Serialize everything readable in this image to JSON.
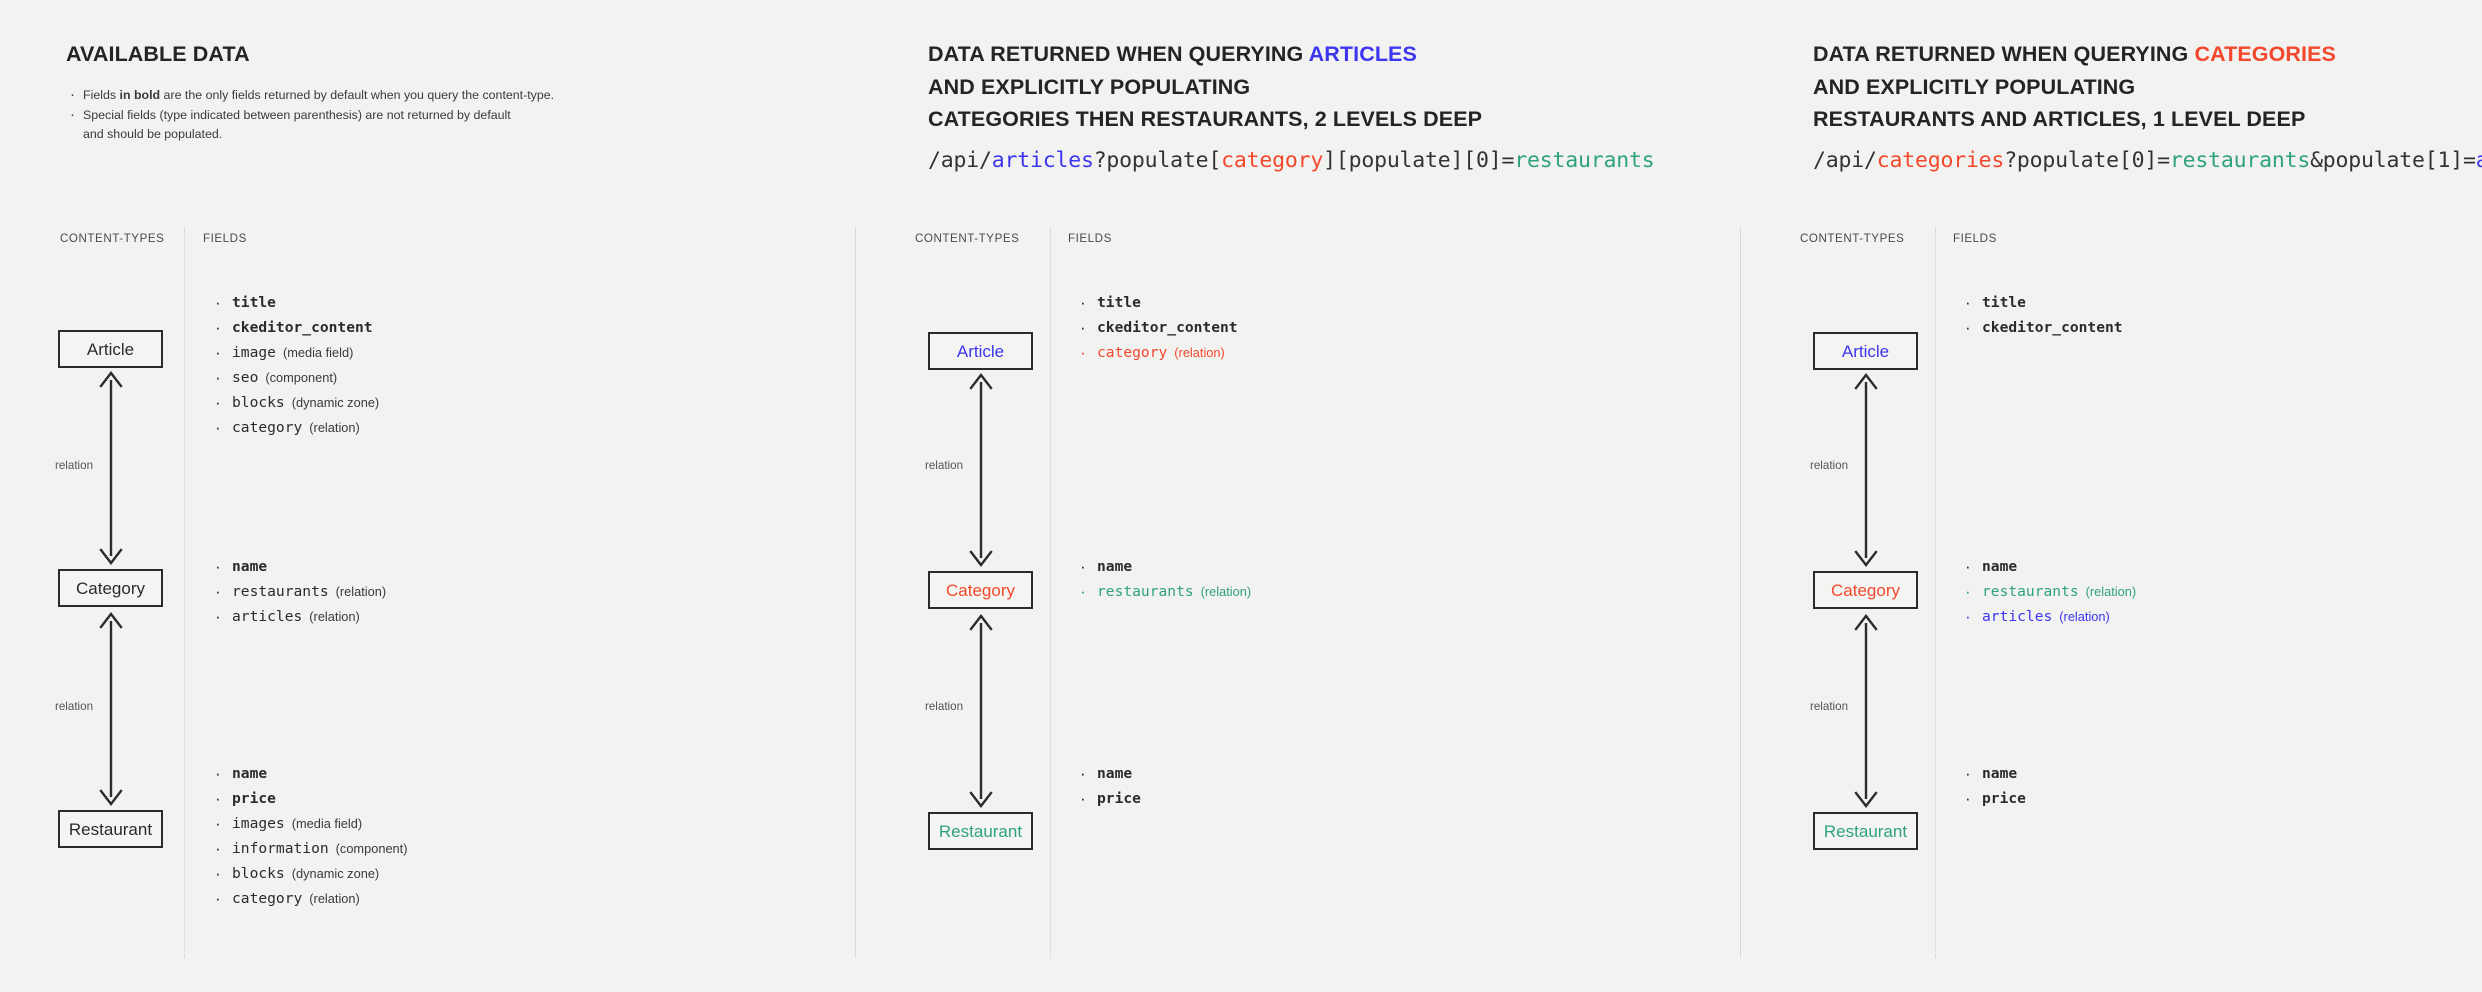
{
  "panels": [
    {
      "id": "available-data",
      "heading_lines": [
        {
          "text": "AVAILABLE DATA",
          "accent": null
        }
      ],
      "intro_bullets": [
        {
          "pre": "Fields ",
          "bold": "in bold",
          "post": " are the only fields returned by default when you query the content-type."
        },
        {
          "pre": "Special fields (type indicated between parenthesis) are not returned by default\nand should be populated.",
          "bold": "",
          "post": ""
        }
      ],
      "api_url": null,
      "columns": {
        "content_types": "CONTENT-TYPES",
        "fields": "FIELDS"
      },
      "relation_labels": [
        "relation",
        "relation"
      ],
      "entities": [
        {
          "name": "Article",
          "color": "default"
        },
        {
          "name": "Category",
          "color": "default"
        },
        {
          "name": "Restaurant",
          "color": "default"
        }
      ],
      "field_groups": [
        {
          "entity": "Article",
          "fields": [
            {
              "name": "title",
              "type": "",
              "bold": true,
              "color": "default"
            },
            {
              "name": "ckeditor_content",
              "type": "",
              "bold": true,
              "color": "default"
            },
            {
              "name": "image",
              "type": "(media field)",
              "bold": false,
              "color": "default"
            },
            {
              "name": "seo",
              "type": "(component)",
              "bold": false,
              "color": "default"
            },
            {
              "name": "blocks",
              "type": "(dynamic zone)",
              "bold": false,
              "color": "default"
            },
            {
              "name": "category",
              "type": "(relation)",
              "bold": false,
              "color": "default"
            }
          ]
        },
        {
          "entity": "Category",
          "fields": [
            {
              "name": "name",
              "type": "",
              "bold": true,
              "color": "default"
            },
            {
              "name": "restaurants",
              "type": "(relation)",
              "bold": false,
              "color": "default"
            },
            {
              "name": "articles",
              "type": "(relation)",
              "bold": false,
              "color": "default"
            }
          ]
        },
        {
          "entity": "Restaurant",
          "fields": [
            {
              "name": "name",
              "type": "",
              "bold": true,
              "color": "default"
            },
            {
              "name": "price",
              "type": "",
              "bold": true,
              "color": "default"
            },
            {
              "name": "images",
              "type": "(media field)",
              "bold": false,
              "color": "default"
            },
            {
              "name": "information",
              "type": "(component)",
              "bold": false,
              "color": "default"
            },
            {
              "name": "blocks",
              "type": "(dynamic zone)",
              "bold": false,
              "color": "default"
            },
            {
              "name": "category",
              "type": "(relation)",
              "bold": false,
              "color": "default"
            }
          ]
        }
      ]
    },
    {
      "id": "querying-articles",
      "heading_lines": [
        {
          "text": "DATA RETURNED WHEN QUERYING ",
          "accent": "ARTICLES",
          "accent_color": "blue"
        },
        {
          "text": "AND EXPLICITLY POPULATING",
          "accent": null
        },
        {
          "text": "CATEGORIES THEN RESTAURANTS, 2 LEVELS DEEP",
          "accent": null
        }
      ],
      "intro_bullets": [],
      "api_url": {
        "tokens": [
          {
            "text": "/api/",
            "color": "default"
          },
          {
            "text": "articles",
            "color": "blue"
          },
          {
            "text": "?populate[",
            "color": "default"
          },
          {
            "text": "category",
            "color": "red"
          },
          {
            "text": "][populate][0]=",
            "color": "default"
          },
          {
            "text": "restaurants",
            "color": "green"
          }
        ]
      },
      "columns": {
        "content_types": "CONTENT-TYPES",
        "fields": "FIELDS"
      },
      "relation_labels": [
        "relation",
        "relation"
      ],
      "entities": [
        {
          "name": "Article",
          "color": "blue"
        },
        {
          "name": "Category",
          "color": "red"
        },
        {
          "name": "Restaurant",
          "color": "green"
        }
      ],
      "field_groups": [
        {
          "entity": "Article",
          "fields": [
            {
              "name": "title",
              "type": "",
              "bold": true,
              "color": "default"
            },
            {
              "name": "ckeditor_content",
              "type": "",
              "bold": true,
              "color": "default"
            },
            {
              "name": "category",
              "type": "(relation)",
              "bold": false,
              "color": "red"
            }
          ]
        },
        {
          "entity": "Category",
          "fields": [
            {
              "name": "name",
              "type": "",
              "bold": true,
              "color": "default"
            },
            {
              "name": "restaurants",
              "type": "(relation)",
              "bold": false,
              "color": "green"
            }
          ]
        },
        {
          "entity": "Restaurant",
          "fields": [
            {
              "name": "name",
              "type": "",
              "bold": true,
              "color": "default"
            },
            {
              "name": "price",
              "type": "",
              "bold": true,
              "color": "default"
            }
          ]
        }
      ]
    },
    {
      "id": "querying-categories",
      "heading_lines": [
        {
          "text": "DATA RETURNED WHEN QUERYING ",
          "accent": "CATEGORIES",
          "accent_color": "red"
        },
        {
          "text": "AND EXPLICITLY POPULATING",
          "accent": null
        },
        {
          "text": "RESTAURANTS AND ARTICLES, 1 LEVEL DEEP",
          "accent": null
        }
      ],
      "intro_bullets": [],
      "api_url": {
        "tokens": [
          {
            "text": "/api/",
            "color": "default"
          },
          {
            "text": "categories",
            "color": "red"
          },
          {
            "text": "?populate[0]=",
            "color": "default"
          },
          {
            "text": "restaurants",
            "color": "green"
          },
          {
            "text": "&populate[1]=",
            "color": "default"
          },
          {
            "text": "articles",
            "color": "blue"
          }
        ]
      },
      "columns": {
        "content_types": "CONTENT-TYPES",
        "fields": "FIELDS"
      },
      "relation_labels": [
        "relation",
        "relation"
      ],
      "entities": [
        {
          "name": "Article",
          "color": "blue"
        },
        {
          "name": "Category",
          "color": "red"
        },
        {
          "name": "Restaurant",
          "color": "green"
        }
      ],
      "field_groups": [
        {
          "entity": "Article",
          "fields": [
            {
              "name": "title",
              "type": "",
              "bold": true,
              "color": "default"
            },
            {
              "name": "ckeditor_content",
              "type": "",
              "bold": true,
              "color": "default"
            }
          ]
        },
        {
          "entity": "Category",
          "fields": [
            {
              "name": "name",
              "type": "",
              "bold": true,
              "color": "default"
            },
            {
              "name": "restaurants",
              "type": "(relation)",
              "bold": false,
              "color": "green"
            },
            {
              "name": "articles",
              "type": "(relation)",
              "bold": false,
              "color": "blue"
            }
          ]
        },
        {
          "entity": "Restaurant",
          "fields": [
            {
              "name": "name",
              "type": "",
              "bold": true,
              "color": "default"
            },
            {
              "name": "price",
              "type": "",
              "bold": true,
              "color": "default"
            }
          ]
        }
      ]
    }
  ],
  "colors": {
    "background": "#f2f2f1",
    "text": "#2b2b2b",
    "blue": "#3d36f0",
    "red": "#f4482c",
    "green": "#2fa37c",
    "divider": "#d8d8d6",
    "dotted": "#c9c9c6"
  }
}
